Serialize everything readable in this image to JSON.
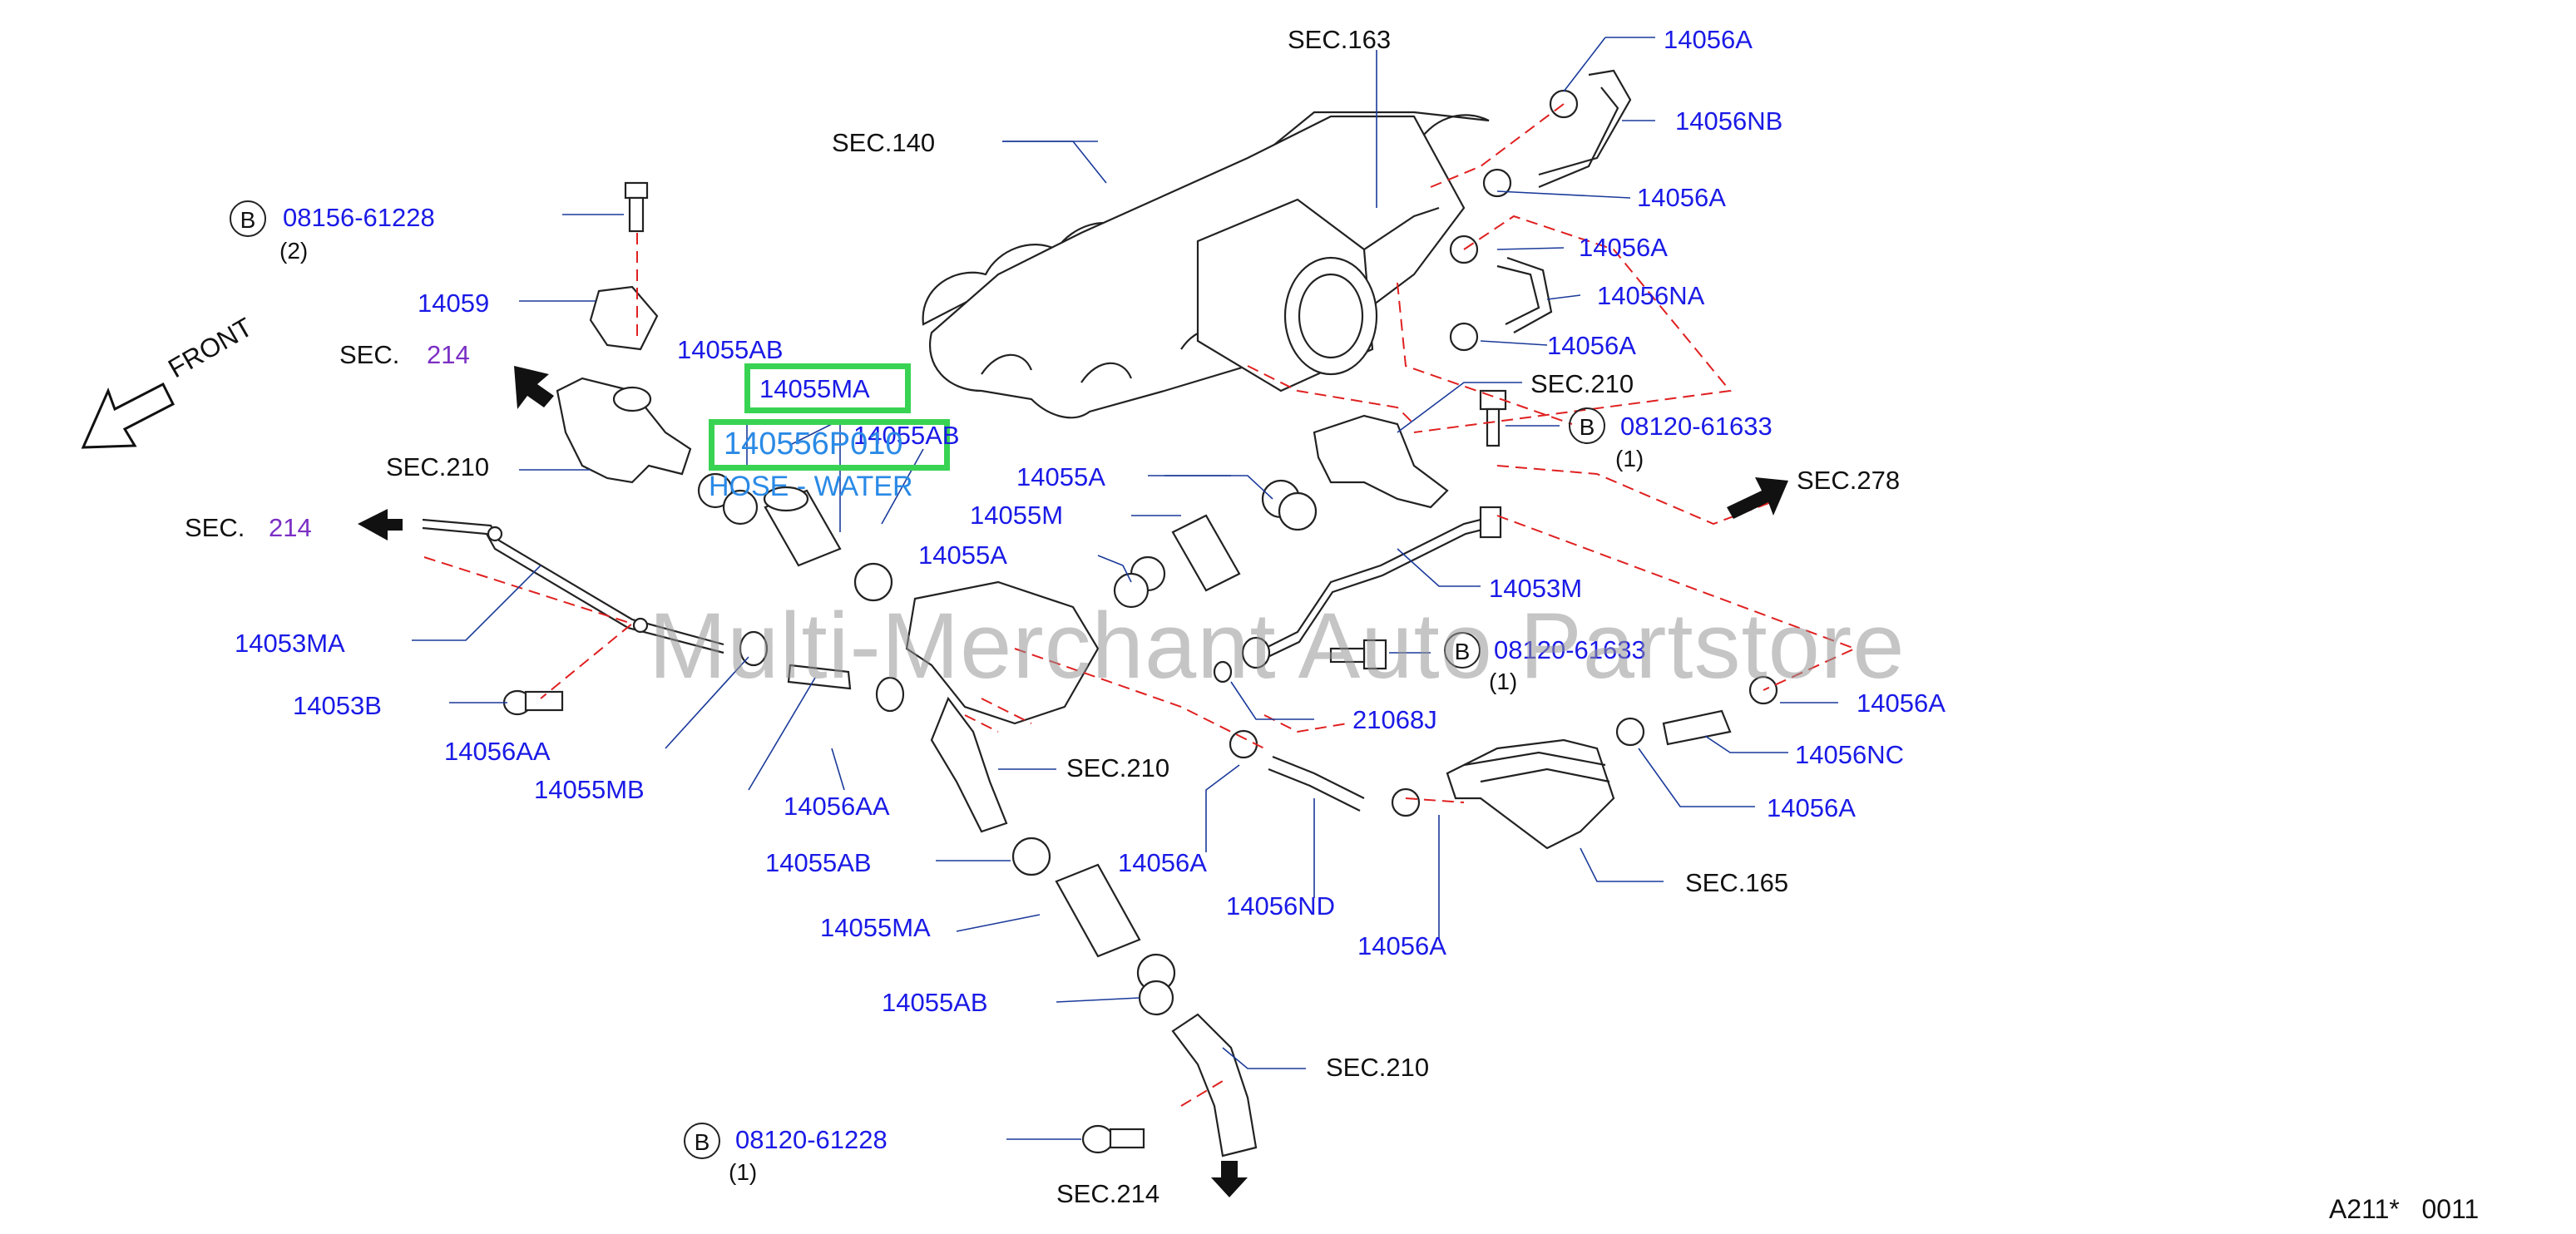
{
  "labels": {
    "sec163": "SEC.163",
    "sec140": "SEC.140",
    "sec214_a_prefix": "SEC.",
    "sec214_a_num": "214",
    "sec214_b_prefix": "SEC.",
    "sec214_b_num": "214",
    "sec210_a": "SEC.210",
    "sec210_b": "SEC.210",
    "sec210_c": "SEC.210",
    "sec210_d": "SEC.210",
    "sec278": "SEC.278",
    "sec165": "SEC.165",
    "sec214_c": "SEC.214",
    "front": "FRONT",
    "p_08156_61228": "08156-61228",
    "p_08156_61228_qty": "(2)",
    "p_14059": "14059",
    "p_14055AB_a": "14055AB",
    "p_14055MA_hl": "14055MA",
    "p_14055AB_b": "14055AB",
    "p_140556P010": "140556P010",
    "p_hose_water": "HOSE - WATER",
    "p_14055A_a": "14055A",
    "p_14055M": "14055M",
    "p_14055A_b": "14055A",
    "p_14053MA": "14053MA",
    "p_14053B": "14053B",
    "p_14056AA_a": "14056AA",
    "p_14055MB": "14055MB",
    "p_14056AA_b": "14056AA",
    "p_14055AB_c": "14055AB",
    "p_14055MA": "14055MA",
    "p_14055AB_d": "14055AB",
    "p_08120_61228": "08120-61228",
    "p_08120_61228_qty": "(1)",
    "p_14056A_1": "14056A",
    "p_14056NB": "14056NB",
    "p_14056A_2": "14056A",
    "p_14056A_3": "14056A",
    "p_14056NA": "14056NA",
    "p_14056A_4": "14056A",
    "p_08120_61633_a": "08120-61633",
    "p_08120_61633_a_qty": "(1)",
    "p_14053M": "14053M",
    "p_08120_61633_b": "08120-61633",
    "p_08120_61633_b_qty": "(1)",
    "p_21068J": "21068J",
    "p_14056A_5": "14056A",
    "p_14056NC": "14056NC",
    "p_14056A_6": "14056A",
    "p_14056A_7": "14056A",
    "p_14056ND": "14056ND",
    "p_14056A_8": "14056A",
    "circle_b": "B",
    "watermark": "Multi-Merchant Auto Partstore",
    "diagram_code": "A211*   0011"
  },
  "colors": {
    "part_label": "#1a1ae6",
    "sec_label": "#111111",
    "sec_number_accent": "#7b2fc4",
    "highlight_box": "#39d353",
    "highlight_text": "#2a8ae6",
    "dashed_line": "#e02020"
  }
}
